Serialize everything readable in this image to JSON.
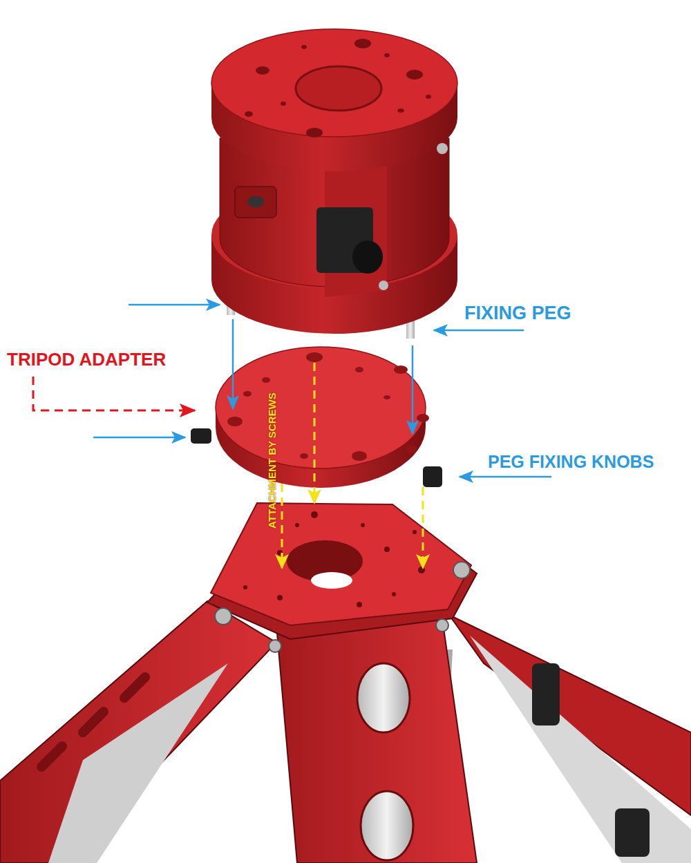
{
  "diagram": {
    "labels": [
      "FIXING PEG",
      "TRIPOD ADAPTER",
      "ATTACHMENT BY SCREWS",
      "PEG FIXING KNOBS"
    ]
  }
}
